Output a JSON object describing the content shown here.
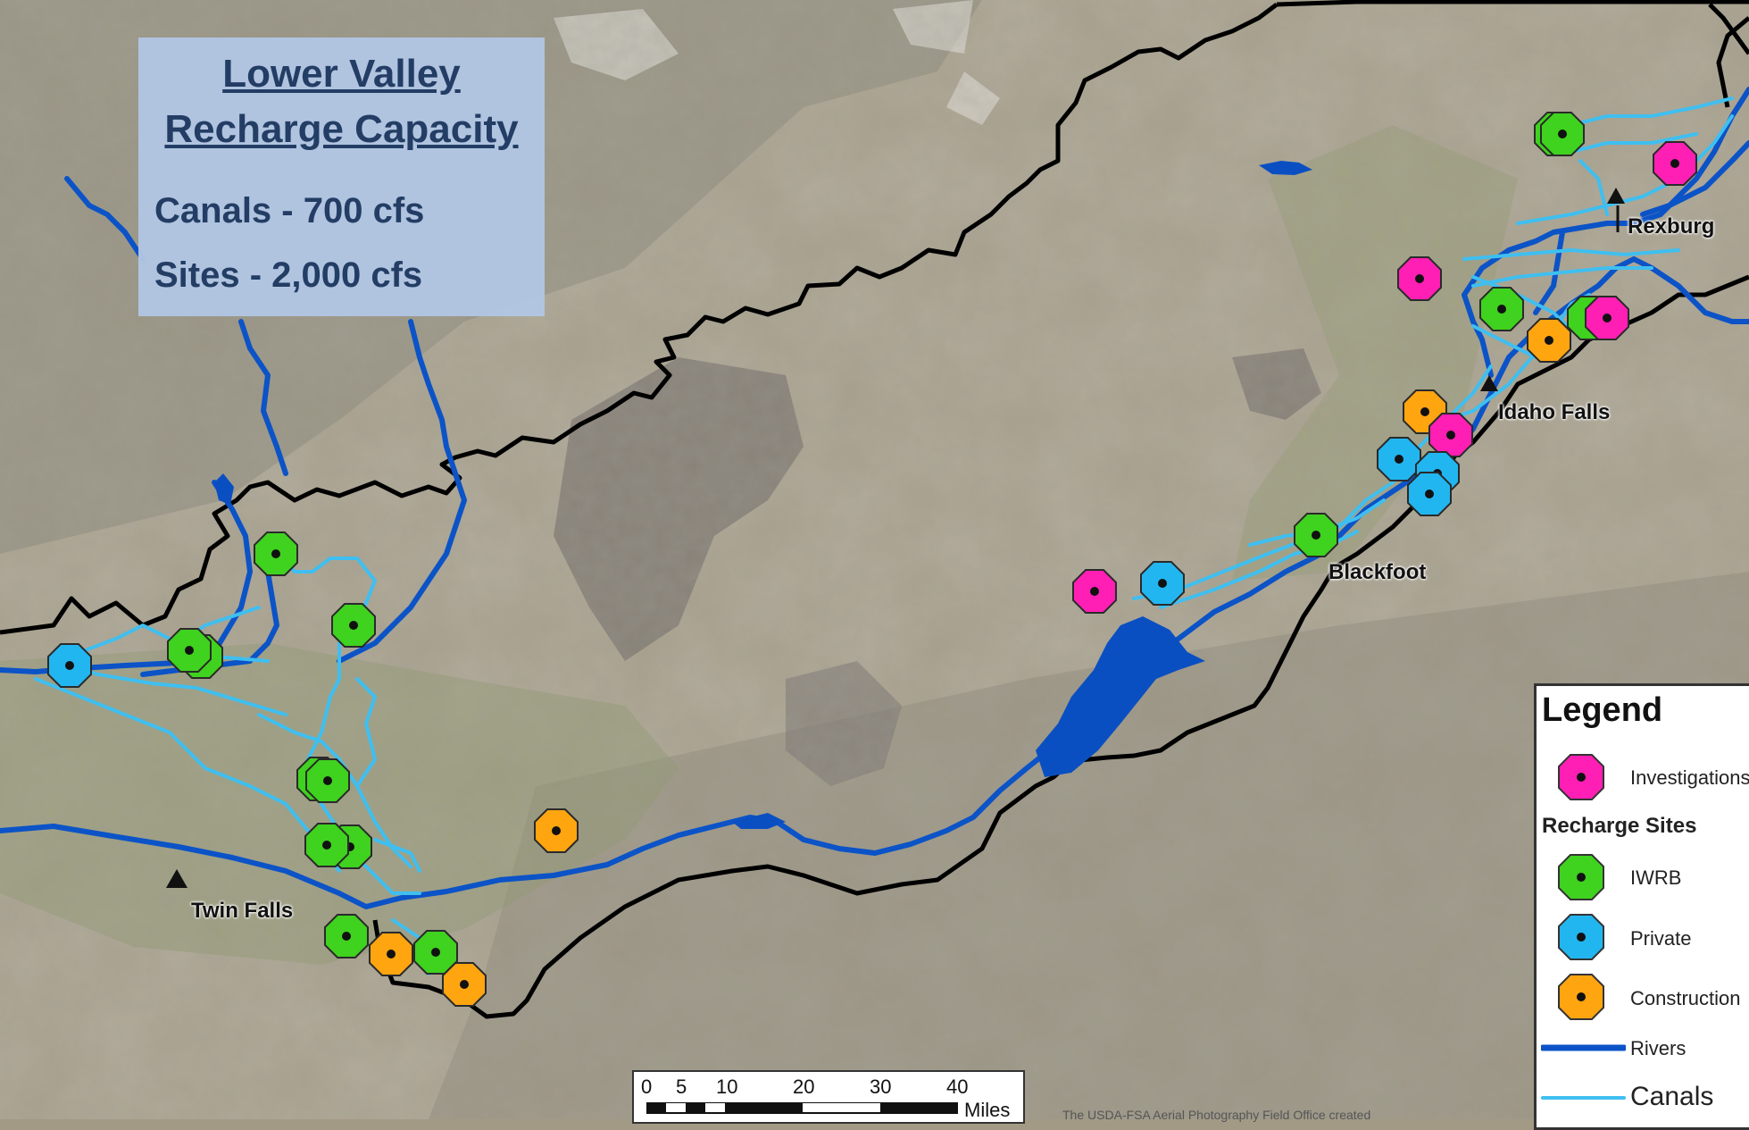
{
  "title_box": {
    "line1": "Lower Valley",
    "line2": "Recharge Capacity",
    "stat1": "Canals - 700 cfs",
    "stat2": "Sites - 2,000 cfs"
  },
  "cities": {
    "rexburg": "Rexburg",
    "idaho_falls": "Idaho Falls",
    "blackfoot": "Blackfoot",
    "twin_falls": "Twin Falls"
  },
  "legend": {
    "title": "Legend",
    "investigations": "Investigations",
    "recharge_sites": "Recharge Sites",
    "iwrb": "IWRB",
    "private": "Private",
    "construction": "Construction",
    "rivers": "Rivers",
    "canals": "Canals"
  },
  "scale_bar": {
    "ticks": [
      "0",
      "5",
      "10",
      "20",
      "30",
      "40"
    ],
    "unit": "Miles"
  },
  "credit": "The USDA-FSA Aerial Photography Field Office created",
  "colors": {
    "investigations": "#ff1fb4",
    "iwrb": "#3fd21e",
    "private": "#22b6f0",
    "construction": "#ffa510",
    "rivers": "#0b53c7",
    "canals": "#3fbff0",
    "boundary": "#000000",
    "title_box": "#b1c6e4"
  }
}
